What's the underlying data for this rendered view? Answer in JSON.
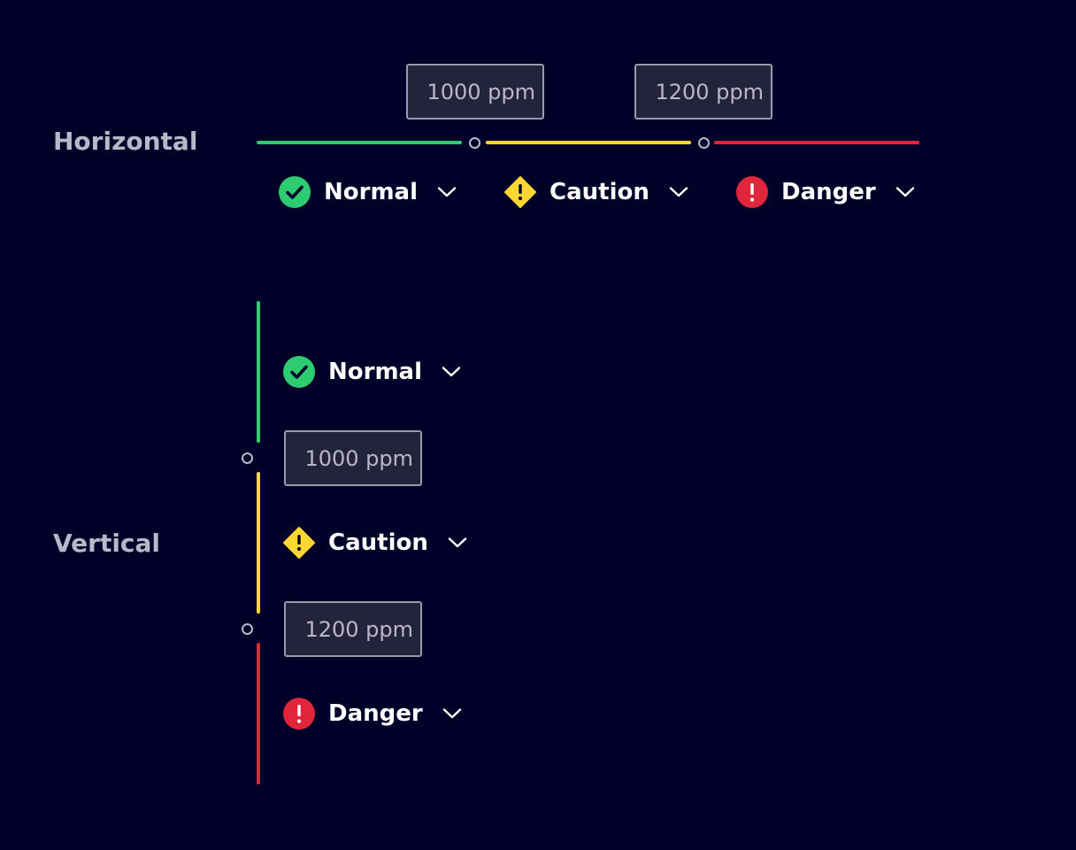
{
  "colors": {
    "background": "#000028",
    "normal": "#2ecc71",
    "caution": "#ffd732",
    "danger": "#e0263b",
    "label": "#b8b8c8"
  },
  "horizontal": {
    "label": "Horizontal",
    "thresholds": [
      {
        "value": "1000 ppm"
      },
      {
        "value": "1200 ppm"
      }
    ],
    "statuses": [
      {
        "label": "Normal",
        "icon": "check-circle-icon"
      },
      {
        "label": "Caution",
        "icon": "warning-diamond-icon"
      },
      {
        "label": "Danger",
        "icon": "alert-circle-icon"
      }
    ]
  },
  "vertical": {
    "label": "Vertical",
    "thresholds": [
      {
        "value": "1000 ppm"
      },
      {
        "value": "1200 ppm"
      }
    ],
    "statuses": [
      {
        "label": "Normal",
        "icon": "check-circle-icon"
      },
      {
        "label": "Caution",
        "icon": "warning-diamond-icon"
      },
      {
        "label": "Danger",
        "icon": "alert-circle-icon"
      }
    ]
  }
}
